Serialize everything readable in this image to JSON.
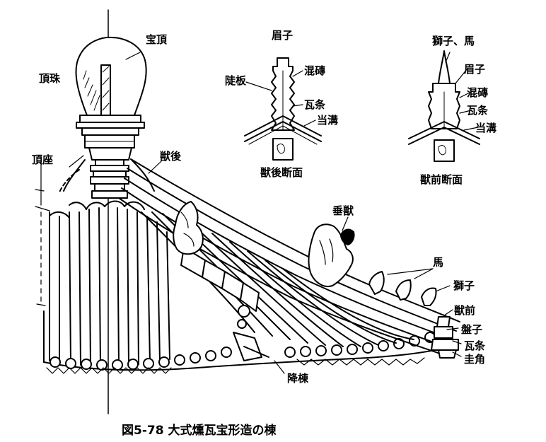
{
  "labels": {
    "hoocho": "宝頂",
    "chooshu": "頂珠",
    "choza": "頂座",
    "juugo": "獣後",
    "suijuu": "垂獣",
    "koobou": "降棟",
    "uma": "馬",
    "shishi": "獅子",
    "juuzen": "獣前",
    "banshi": "盤子",
    "gajoo": "瓦条",
    "keikaku": "圭角",
    "ms_title": "眉子",
    "ms_toban": "陡板",
    "ms_konsen": "混磚",
    "ms_gajoo": "瓦条",
    "ms_toukou": "当溝",
    "ms_caption": "獣後断面",
    "zs_title": "獅子、馬",
    "zs_mayuko": "眉子",
    "zs_konsen": "混磚",
    "zs_gajoo": "瓦条",
    "zs_toukou": "当溝",
    "zs_caption": "獣前断面"
  },
  "figure_caption": "図5-78  大式燻瓦宝形造の棟"
}
